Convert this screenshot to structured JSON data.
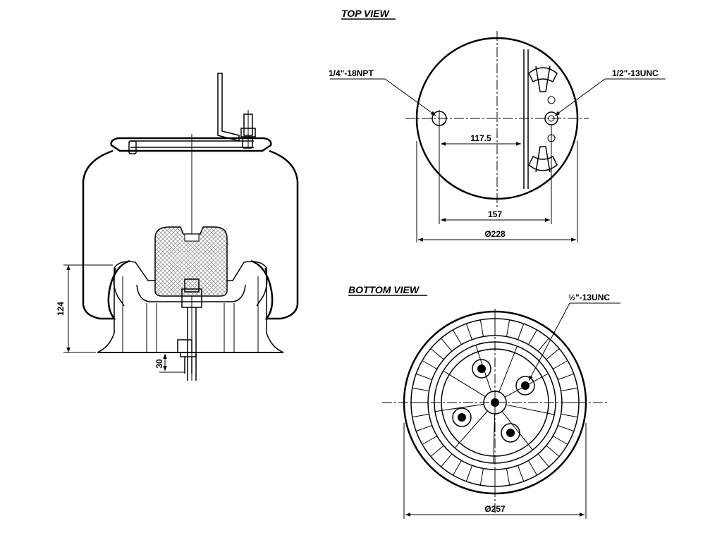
{
  "top_view": {
    "title": "TOP VIEW",
    "label_npt": "1/4\"-18NPT",
    "label_unc": "1/2\"-13UNC",
    "dim_bolt_spacing": "117.5",
    "dim_inner": "157",
    "dim_outer": "Ø228"
  },
  "bottom_view": {
    "title": "BOTTOM VIEW",
    "label_unc": "½\"-13UNC",
    "dim_outer": "Ø257"
  },
  "side_view": {
    "dim_height": "124",
    "dim_stud": "30"
  }
}
